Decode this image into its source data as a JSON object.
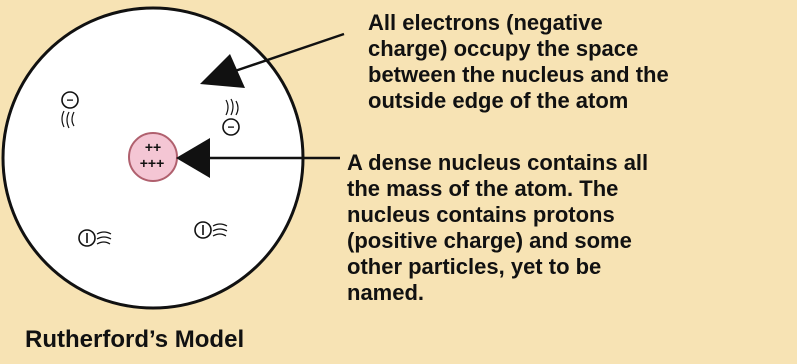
{
  "title": "Rutherford’s Model",
  "electrons_annotation": "All electrons (negative\ncharge) occupy the space\nbetween the nucleus and the\noutside edge of the atom",
  "nucleus_annotation": "A dense nucleus contains all\nthe mass of the atom. The\nnucleus contains protons\n(positive charge) and some\nother particles, yet to be\nnamed.",
  "nucleus_charge_top": "++",
  "nucleus_charge_bottom": "+++",
  "electron_symbol": "−",
  "colors": {
    "background": "#f7e3b4",
    "atom_fill": "#ffffff",
    "outline": "#111111",
    "nucleus_fill": "#f4c6d4",
    "text": "#111111"
  }
}
